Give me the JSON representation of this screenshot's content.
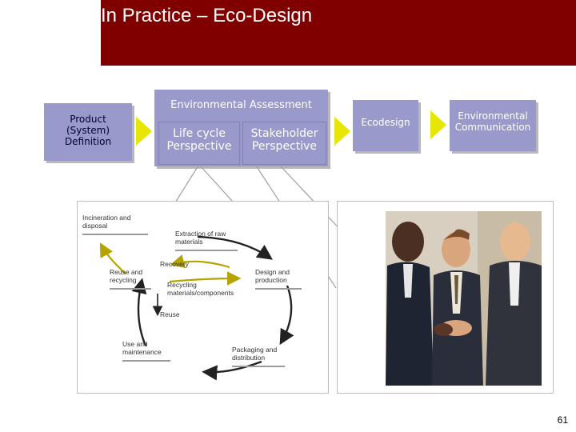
{
  "slide": {
    "title": "In Practice – Eco-Design",
    "page_number": "61"
  },
  "flow": {
    "product_definition": "Product (System) Definition",
    "assessment_header": "Environmental Assessment",
    "life_cycle": "Life cycle Perspective",
    "stakeholder": "Stakeholder Perspective",
    "ecodesign": "Ecodesign",
    "communication": "Environmental Communication"
  },
  "cycle": {
    "incineration": "Incineration and disposal",
    "extraction": "Extraction of raw materials",
    "recovery": "Recovery",
    "reuse_recycling": "Reuse and recycling",
    "design_production": "Design and production",
    "recycling_materials": "Recycling materials/components",
    "reuse": "Reuse",
    "use_maintenance": "Use and maintenance",
    "packaging_distribution": "Packaging and distribution"
  },
  "colors": {
    "title_bar": "#800000",
    "box_fill": "#9999cc",
    "arrow_fill": "#e6e600",
    "cycle_arrow_dark": "#222222",
    "cycle_arrow_accent": "#b5a300"
  },
  "photo": {
    "description_icon": "businessmen-handshake-photo"
  }
}
